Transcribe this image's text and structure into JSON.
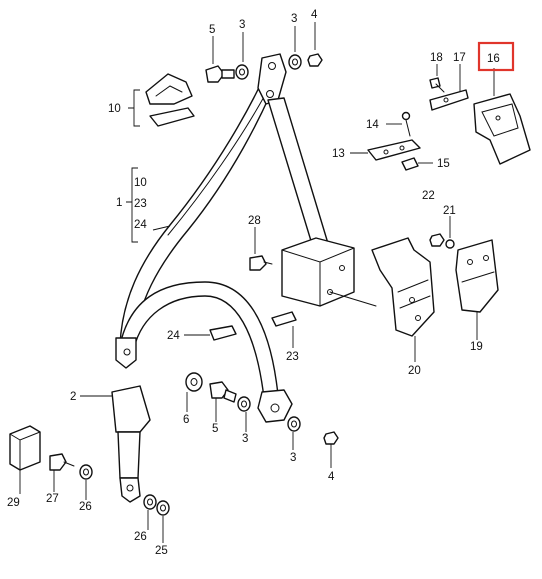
{
  "labels": {
    "l5a": "5",
    "l3a": "3",
    "l3b": "3",
    "l4a": "4",
    "l18": "18",
    "l17": "17",
    "l16": "16",
    "l10": "10",
    "l14": "14",
    "l13": "13",
    "l15": "15",
    "l1": "1",
    "l1_10": "10",
    "l1_23": "23",
    "l1_24": "24",
    "l22": "22",
    "l21": "21",
    "l28": "28",
    "l24b": "24",
    "l23b": "23",
    "l20": "20",
    "l19": "19",
    "l2": "2",
    "l6": "6",
    "l5b": "5",
    "l3c": "3",
    "l3d": "3",
    "l4b": "4",
    "l29": "29",
    "l27": "27",
    "l26a": "26",
    "l26b": "26",
    "l25": "25"
  },
  "highlight": {
    "label": "16",
    "color": "#e0352b"
  }
}
